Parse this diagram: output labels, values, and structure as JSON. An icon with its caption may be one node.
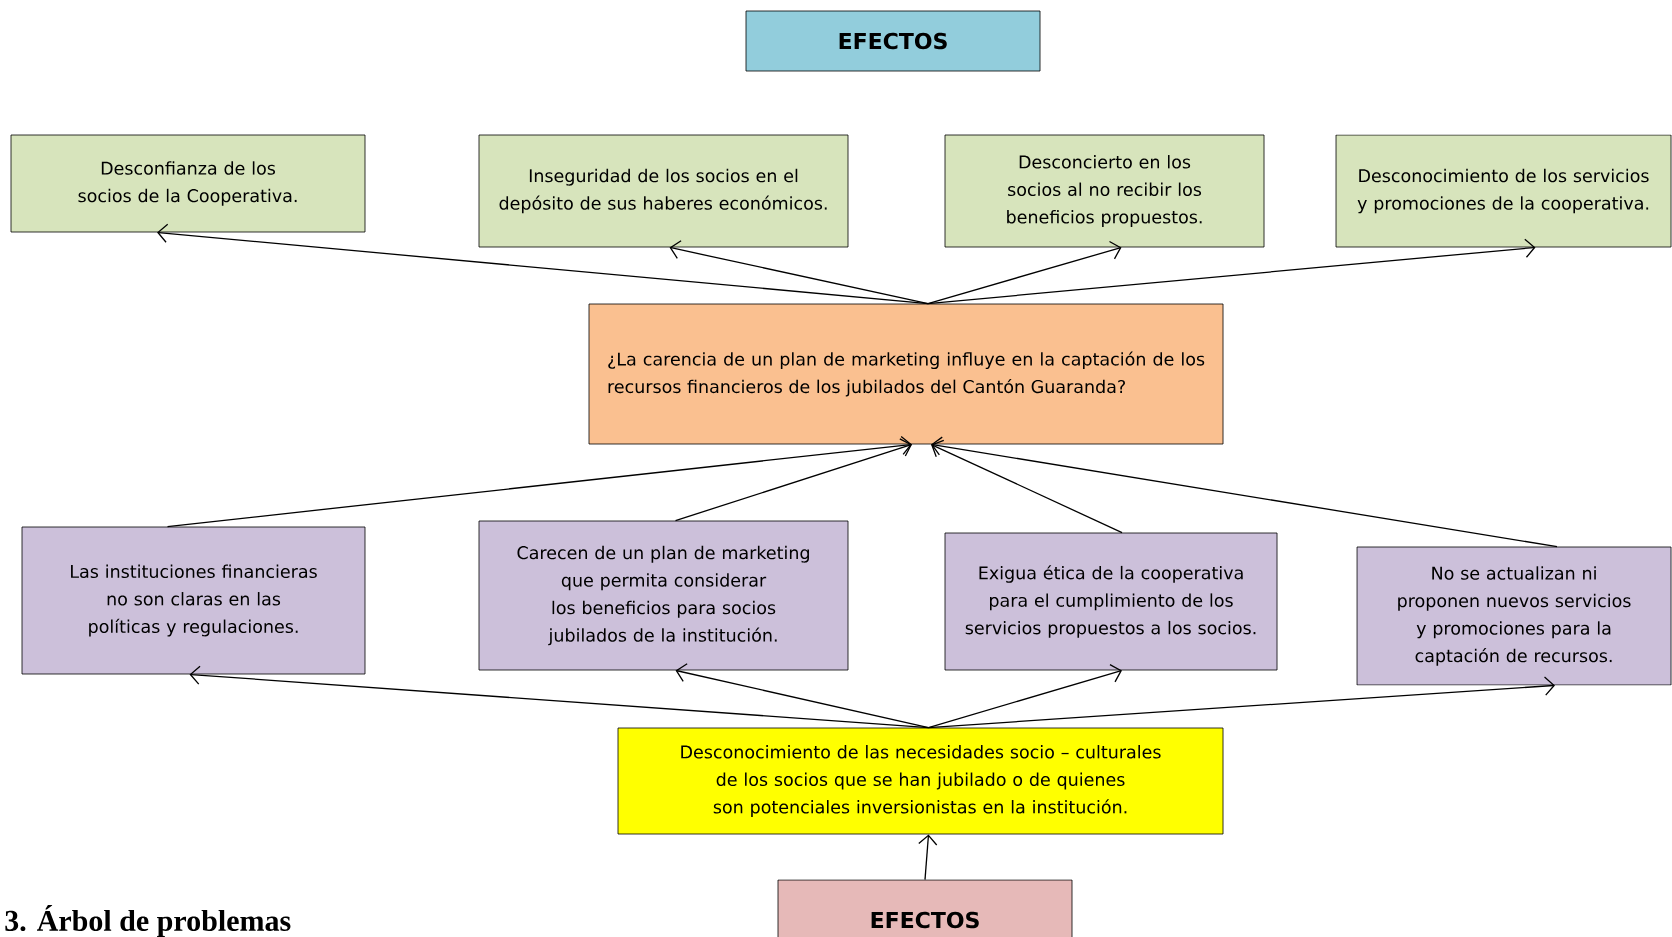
{
  "diagram": {
    "nodes": [
      {
        "text": [
          "EFECTOS"
        ]
      },
      {
        "text": [
          "Desconfianza de los socios de la Cooperativa."
        ]
      },
      {
        "text": [
          "Inseguridad de los socios en el depósito de sus haberes económicos."
        ]
      },
      {
        "text": [
          "Desconcierto en los socios al no recibir los beneficios propuestos."
        ]
      },
      {
        "text": [
          "Desconocimiento de los servicios y promociones de la cooperativa."
        ]
      },
      {
        "text": [
          "¿La carencia de un plan de marketing influye en la captación de los recursos financieros de los jubilados del Cantón Guaranda?"
        ]
      },
      {
        "text": [
          "Las instituciones financieras no son claras en las políticas y regulaciones."
        ]
      },
      {
        "text": [
          "Carecen de un plan de marketing que permita considerar los beneficios para socios jubilados de la institución."
        ]
      },
      {
        "text": [
          "Exigua ética de la cooperativa para el cumplimiento de los servicios propuestos a los socios."
        ]
      },
      {
        "text": [
          "No se actualizan ni proponen nuevos servicios y promociones para la captación de recursos."
        ]
      },
      {
        "text": [
          "Desconocimiento de las necesidades socio – culturales de los socios que se han jubilado o de quienes son potenciales inversionistas en la institución."
        ]
      },
      {
        "text": [
          "EFECTOS"
        ]
      }
    ],
    "edges": [
      {
        "from": 5,
        "to": 1,
        "arrow": "to"
      },
      {
        "from": 5,
        "to": 2,
        "arrow": "to"
      },
      {
        "from": 5,
        "to": 3,
        "arrow": "to"
      },
      {
        "from": 5,
        "to": 4,
        "arrow": "to"
      },
      {
        "from": 6,
        "to": 5,
        "arrow": "to"
      },
      {
        "from": 7,
        "to": 5,
        "arrow": "to"
      },
      {
        "from": 8,
        "to": 5,
        "arrow": "to"
      },
      {
        "from": 9,
        "to": 5,
        "arrow": "to"
      },
      {
        "from": 10,
        "to": 6,
        "arrow": "to"
      },
      {
        "from": 10,
        "to": 7,
        "arrow": "to"
      },
      {
        "from": 10,
        "to": 8,
        "arrow": "to"
      },
      {
        "from": 10,
        "to": 9,
        "arrow": "to"
      },
      {
        "from": 11,
        "to": 10,
        "arrow": "to"
      }
    ],
    "labels": [
      "3. Árbol de problemas"
    ]
  }
}
